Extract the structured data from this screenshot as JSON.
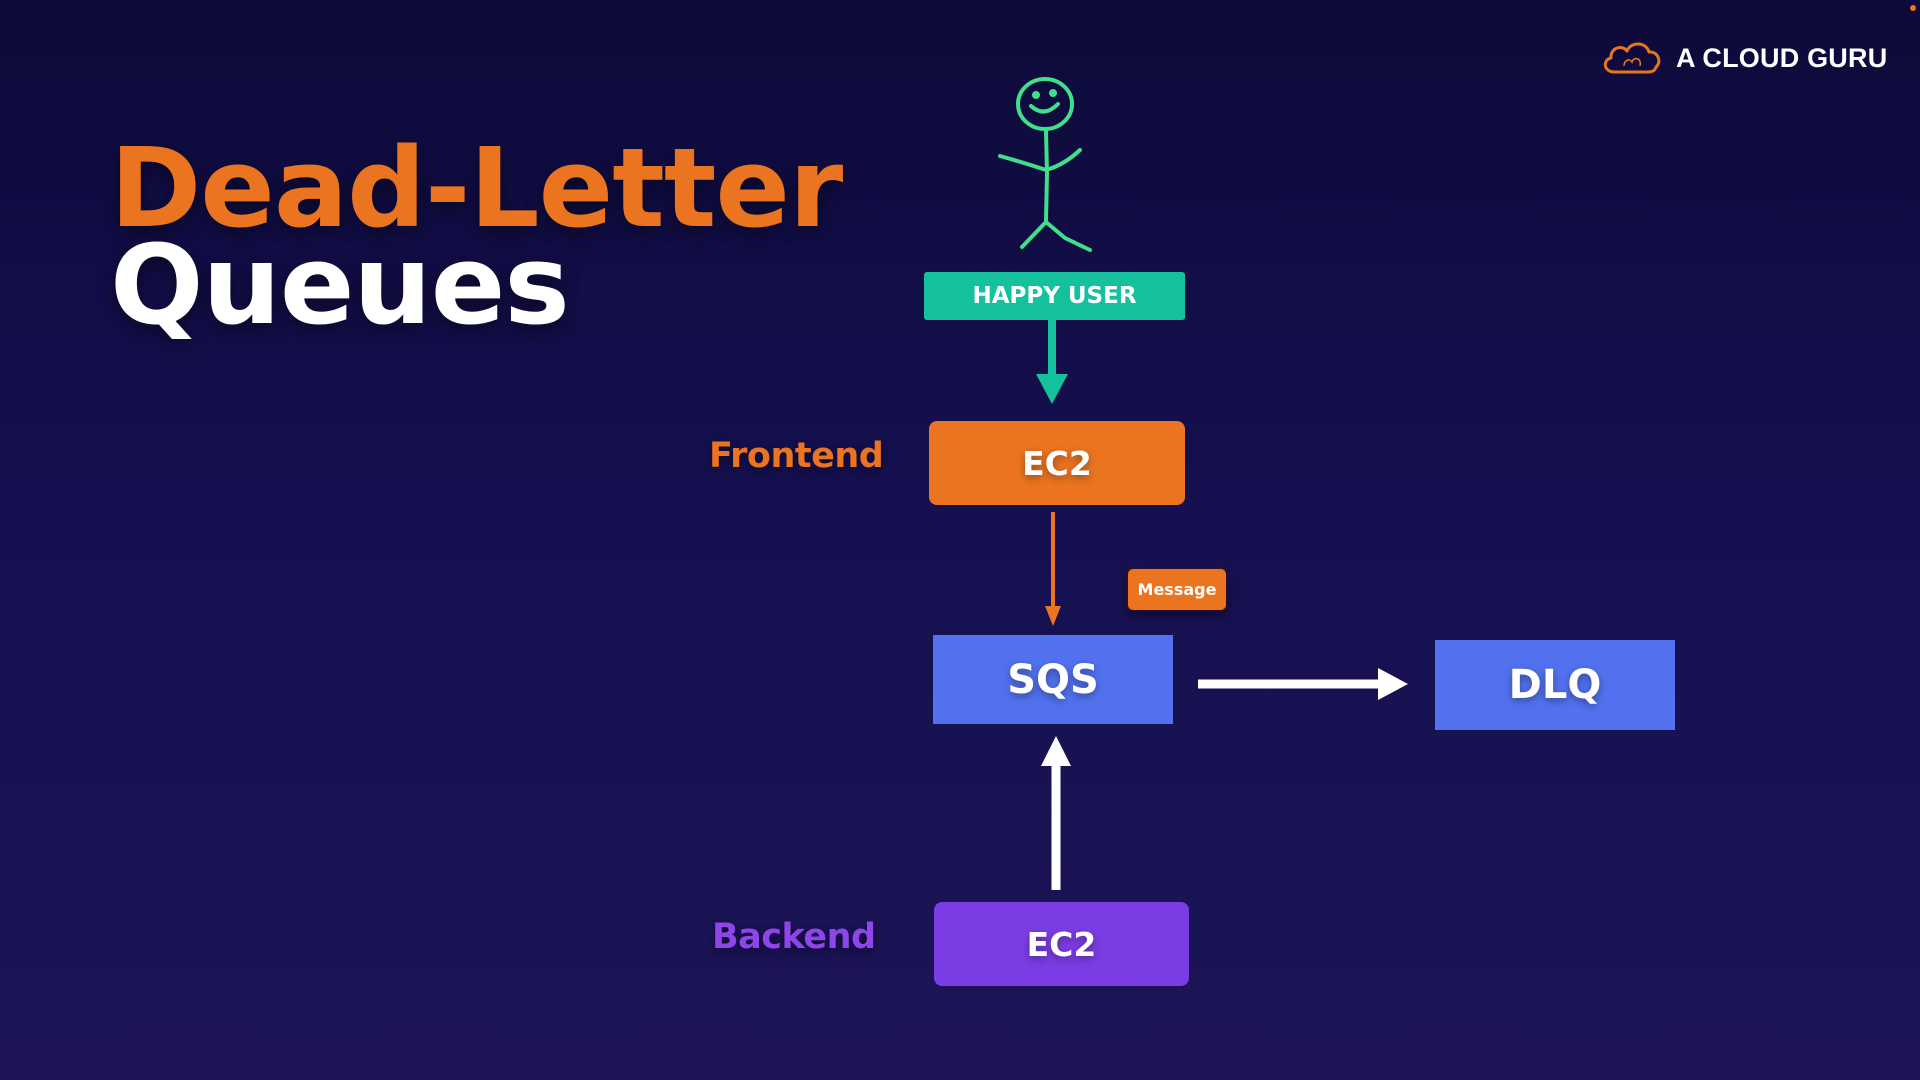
{
  "slide": {
    "title_line_1": "Dead-Letter",
    "title_line_2": "Queues"
  },
  "brand": {
    "logo_icon": "cloud-icon",
    "name": "A CLOUD GURU"
  },
  "diagram": {
    "user": {
      "figure": "stick-figure-icon",
      "label": "HAPPY USER"
    },
    "frontend": {
      "side_label": "Frontend",
      "box_label": "EC2"
    },
    "message_label": "Message",
    "queue_label": "SQS",
    "dlq_label": "DLQ",
    "backend": {
      "side_label": "Backend",
      "box_label": "EC2"
    },
    "edges": [
      {
        "from": "HAPPY USER",
        "to": "Frontend EC2"
      },
      {
        "from": "Frontend EC2",
        "to": "SQS"
      },
      {
        "from": "Backend EC2",
        "to": "SQS"
      },
      {
        "from": "SQS",
        "to": "DLQ"
      }
    ]
  },
  "colors": {
    "background_top": "#0d0a3a",
    "background_bottom": "#1c1456",
    "orange": "#ea7420",
    "green": "#14c19c",
    "blue": "#5271ee",
    "purple": "#7a3de3",
    "stick_figure": "#3fe08a"
  }
}
